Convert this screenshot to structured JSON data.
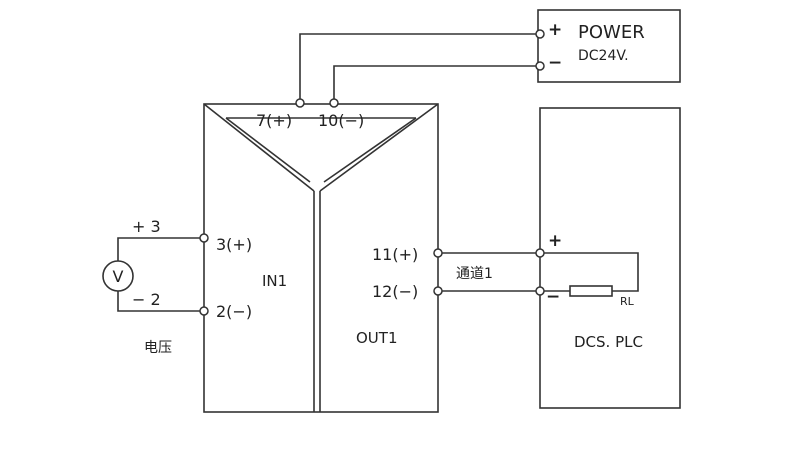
{
  "power": {
    "title": "POWER",
    "voltage": "DC24V.",
    "plus": "+",
    "minus": "−"
  },
  "module": {
    "top_terminals": [
      "7(+)",
      "10(−)"
    ],
    "input_terminals": [
      "3(+)",
      "2(−)"
    ],
    "output_terminals": [
      "11(+)",
      "12(−)"
    ],
    "input_label": "IN1",
    "output_label": "OUT1"
  },
  "source": {
    "symbol": "V",
    "plus_text": "+ 3",
    "minus_text": "− 2",
    "caption": "电压"
  },
  "channel_label": "通道1",
  "dcs": {
    "label": "DCS. PLC",
    "plus": "+",
    "minus": "−",
    "resistor_label": "RL"
  },
  "colors": {
    "line": "#333333",
    "background": "#ffffff"
  }
}
